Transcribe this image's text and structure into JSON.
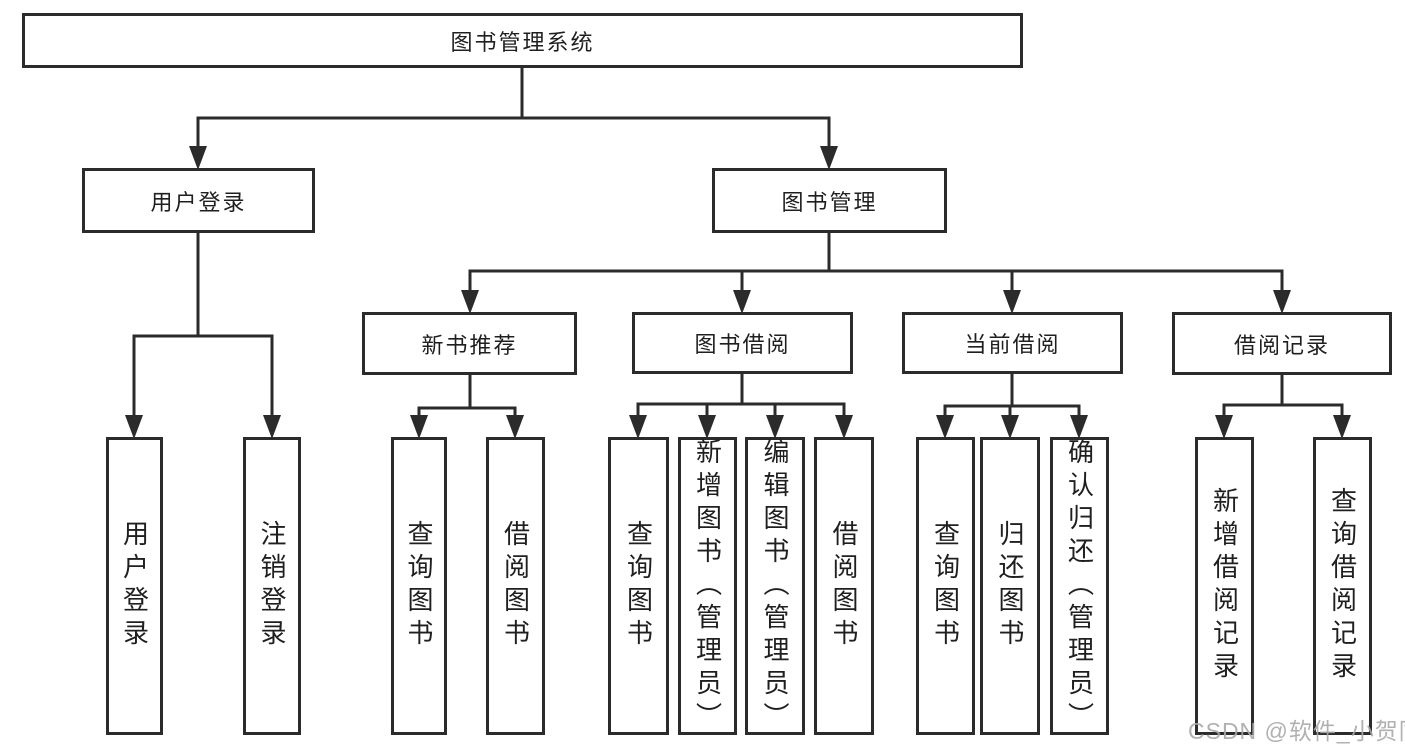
{
  "diagram": {
    "root": {
      "label": "图书管理系统"
    },
    "level2": [
      {
        "label": "用户登录",
        "leaves": [
          {
            "label": "用户登录"
          },
          {
            "label": "注销登录"
          }
        ]
      },
      {
        "label": "图书管理",
        "groups": [
          {
            "label": "新书推荐",
            "leaves": [
              {
                "label": "查询图书"
              },
              {
                "label": "借阅图书"
              }
            ]
          },
          {
            "label": "图书借阅",
            "leaves": [
              {
                "label": "查询图书"
              },
              {
                "label": "新增图书（管理员）"
              },
              {
                "label": "编辑图书（管理员）"
              },
              {
                "label": "借阅图书"
              }
            ]
          },
          {
            "label": "当前借阅",
            "leaves": [
              {
                "label": "查询图书"
              },
              {
                "label": "归还图书"
              },
              {
                "label": "确认归还（管理员）"
              }
            ]
          },
          {
            "label": "借阅记录",
            "leaves": [
              {
                "label": "新增借阅记录"
              },
              {
                "label": "查询借阅记录"
              }
            ]
          }
        ]
      }
    ],
    "line_color": "#2b2b2b",
    "node_fill": "#ffffff",
    "text_color": "#1f1f1f"
  },
  "watermark": {
    "text": "CSDN @软件_小贺同学"
  }
}
